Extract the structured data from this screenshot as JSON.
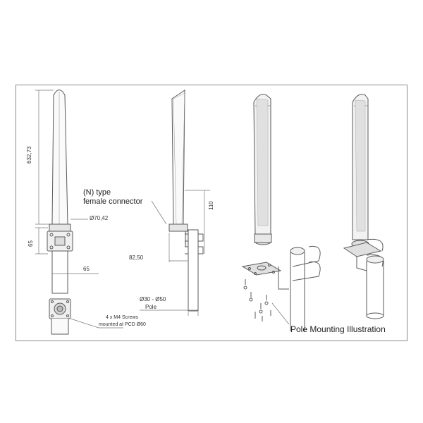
{
  "dims": {
    "height": "632,73",
    "diameter_base": "Ø70,42",
    "base_height": "65",
    "base_width": "65",
    "side_height": "110",
    "offset": "82,50",
    "pole_range": "Ø30 - Ø50",
    "pole": "Pole"
  },
  "labels": {
    "connector_line1": "(N) type",
    "connector_line2": "female connector",
    "screws_line1": "4 x M4 Screws",
    "screws_line2": "mounted at PCD Ø60",
    "pole_mounting": "Pole Mounting Illustration"
  },
  "colors": {
    "line": "#5a5a5a",
    "frame": "#8a8a8a",
    "fill": "#e6e6e6"
  }
}
